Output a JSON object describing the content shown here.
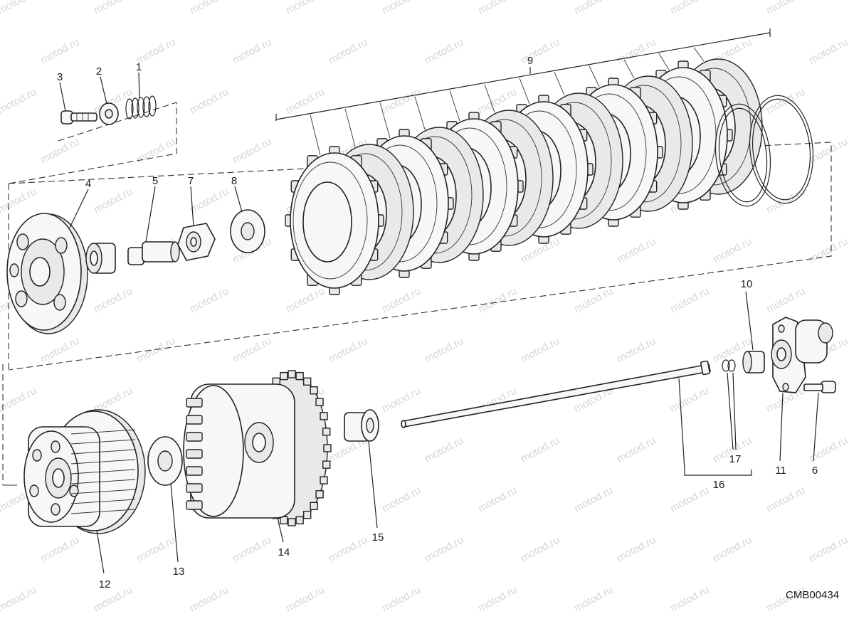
{
  "watermark": "motod.ru",
  "diagram_code": "CMB00434",
  "callouts": [
    "1",
    "2",
    "3",
    "4",
    "5",
    "6",
    "7",
    "8",
    "9",
    "10",
    "11",
    "12",
    "13",
    "14",
    "15",
    "16",
    "17"
  ],
  "colors": {
    "ink": "#222222",
    "watermark": "#d6d6d6",
    "background": "#ffffff"
  }
}
